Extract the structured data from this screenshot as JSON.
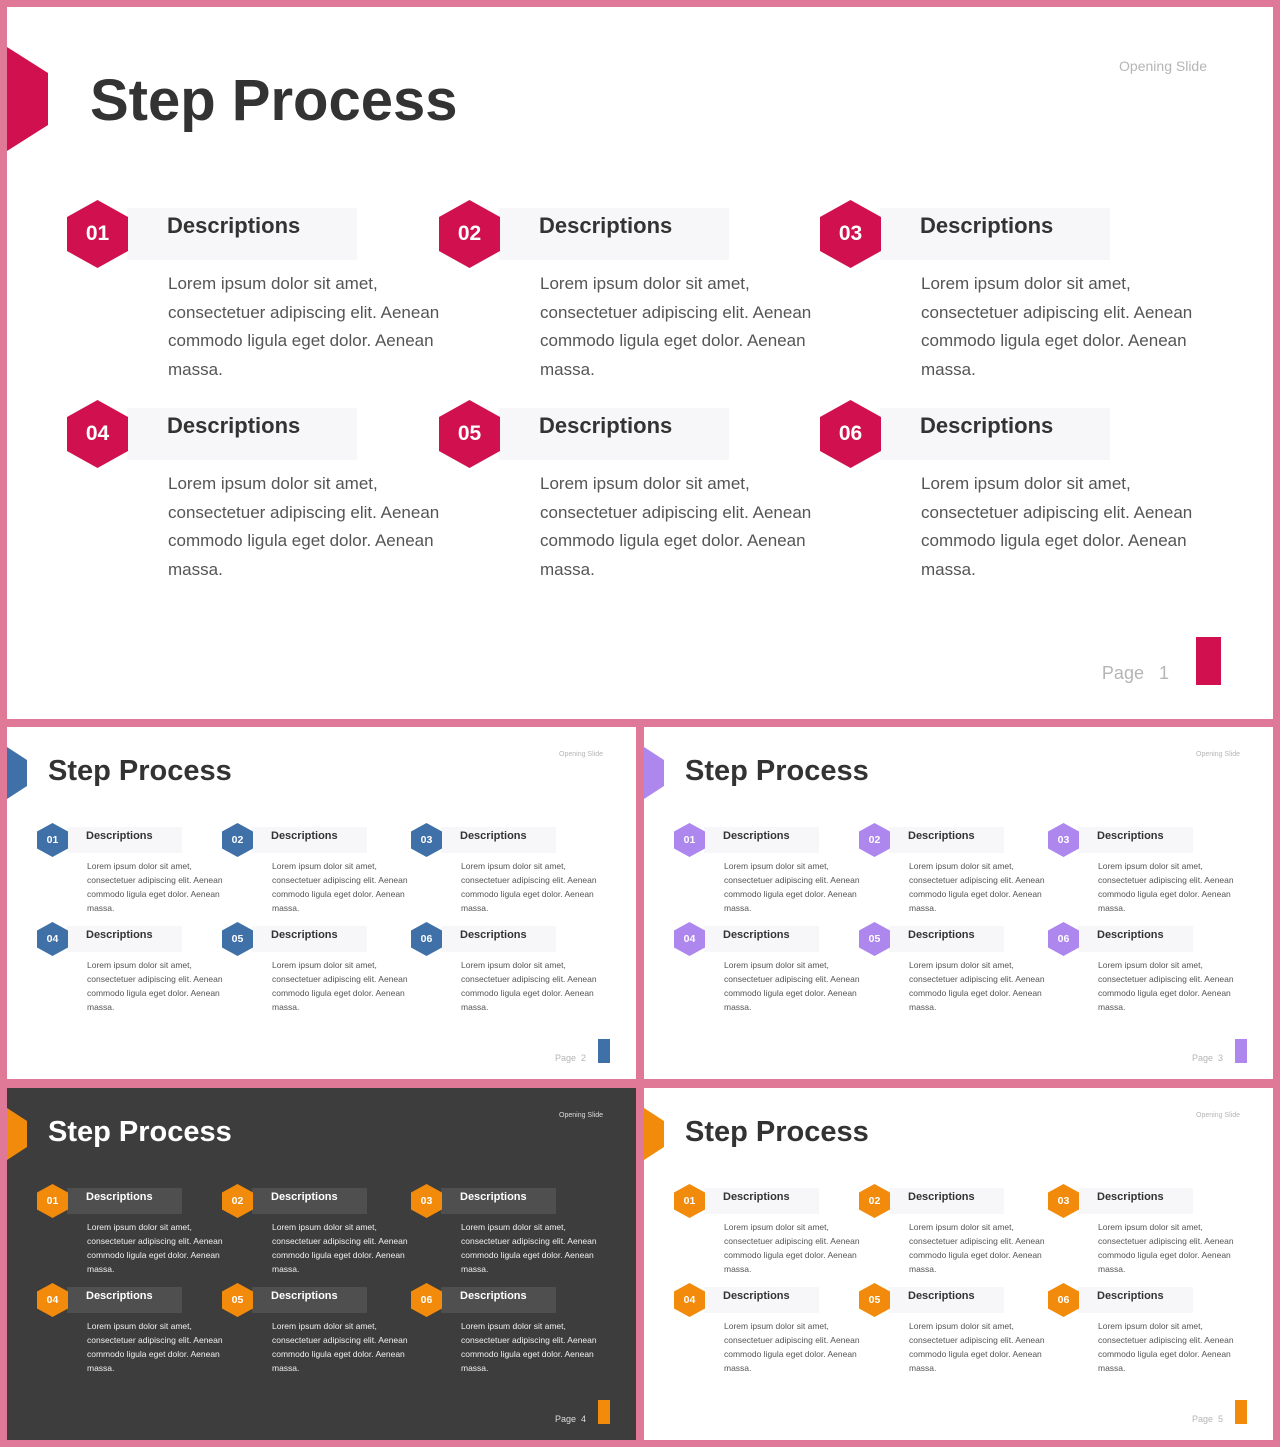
{
  "colors": {
    "frame": "#e07898",
    "slide1_accent": "#d0104f",
    "slide2_accent": "#3f70a8",
    "slide3_accent": "#ad86ee",
    "slide4_accent": "#f28b0c",
    "slide5_accent": "#f28b0c",
    "dark_background": "#3d3d3d"
  },
  "common": {
    "title": "Step Process",
    "label": "Opening Slide",
    "page_label": "Page"
  },
  "slides": [
    {
      "page_number": "1",
      "steps": [
        {
          "number": "01",
          "title": "Descriptions",
          "text": "Lorem ipsum dolor sit amet, consectetuer adipiscing elit. Aenean commodo ligula eget dolor. Aenean massa."
        },
        {
          "number": "02",
          "title": "Descriptions",
          "text": "Lorem ipsum dolor sit amet, consectetuer adipiscing elit. Aenean commodo ligula eget dolor. Aenean massa."
        },
        {
          "number": "03",
          "title": "Descriptions",
          "text": "Lorem ipsum dolor sit amet, consectetuer adipiscing elit. Aenean commodo ligula eget dolor. Aenean massa."
        },
        {
          "number": "04",
          "title": "Descriptions",
          "text": "Lorem ipsum dolor sit amet, consectetuer adipiscing elit. Aenean commodo ligula eget dolor. Aenean massa."
        },
        {
          "number": "05",
          "title": "Descriptions",
          "text": "Lorem ipsum dolor sit amet, consectetuer adipiscing elit. Aenean commodo ligula eget dolor. Aenean massa."
        },
        {
          "number": "06",
          "title": "Descriptions",
          "text": "Lorem ipsum dolor sit amet, consectetuer adipiscing elit. Aenean commodo ligula eget dolor. Aenean massa."
        }
      ]
    },
    {
      "page_number": "2",
      "steps": [
        {
          "number": "01",
          "title": "Descriptions",
          "text": "Lorem ipsum dolor sit amet, consectetuer adipiscing elit. Aenean commodo ligula eget dolor. Aenean massa."
        },
        {
          "number": "02",
          "title": "Descriptions",
          "text": "Lorem ipsum dolor sit amet, consectetuer adipiscing elit. Aenean commodo ligula eget dolor. Aenean massa."
        },
        {
          "number": "03",
          "title": "Descriptions",
          "text": "Lorem ipsum dolor sit amet, consectetuer adipiscing elit. Aenean commodo ligula eget dolor. Aenean massa."
        },
        {
          "number": "04",
          "title": "Descriptions",
          "text": "Lorem ipsum dolor sit amet, consectetuer adipiscing elit. Aenean commodo ligula eget dolor. Aenean massa."
        },
        {
          "number": "05",
          "title": "Descriptions",
          "text": "Lorem ipsum dolor sit amet, consectetuer adipiscing elit. Aenean commodo ligula eget dolor. Aenean massa."
        },
        {
          "number": "06",
          "title": "Descriptions",
          "text": "Lorem ipsum dolor sit amet, consectetuer adipiscing elit. Aenean commodo ligula eget dolor. Aenean massa."
        }
      ]
    },
    {
      "page_number": "3",
      "steps": [
        {
          "number": "01",
          "title": "Descriptions",
          "text": "Lorem ipsum dolor sit amet, consectetuer adipiscing elit. Aenean commodo ligula eget dolor. Aenean massa."
        },
        {
          "number": "02",
          "title": "Descriptions",
          "text": "Lorem ipsum dolor sit amet, consectetuer adipiscing elit. Aenean commodo ligula eget dolor. Aenean massa."
        },
        {
          "number": "03",
          "title": "Descriptions",
          "text": "Lorem ipsum dolor sit amet, consectetuer adipiscing elit. Aenean commodo ligula eget dolor. Aenean massa."
        },
        {
          "number": "04",
          "title": "Descriptions",
          "text": "Lorem ipsum dolor sit amet, consectetuer adipiscing elit. Aenean commodo ligula eget dolor. Aenean massa."
        },
        {
          "number": "05",
          "title": "Descriptions",
          "text": "Lorem ipsum dolor sit amet, consectetuer adipiscing elit. Aenean commodo ligula eget dolor. Aenean massa."
        },
        {
          "number": "06",
          "title": "Descriptions",
          "text": "Lorem ipsum dolor sit amet, consectetuer adipiscing elit. Aenean commodo ligula eget dolor. Aenean massa."
        }
      ]
    },
    {
      "page_number": "4",
      "steps": [
        {
          "number": "01",
          "title": "Descriptions",
          "text": "Lorem ipsum dolor sit amet, consectetuer adipiscing elit. Aenean commodo ligula eget dolor. Aenean massa."
        },
        {
          "number": "02",
          "title": "Descriptions",
          "text": "Lorem ipsum dolor sit amet, consectetuer adipiscing elit. Aenean commodo ligula eget dolor. Aenean massa."
        },
        {
          "number": "03",
          "title": "Descriptions",
          "text": "Lorem ipsum dolor sit amet, consectetuer adipiscing elit. Aenean commodo ligula eget dolor. Aenean massa."
        },
        {
          "number": "04",
          "title": "Descriptions",
          "text": "Lorem ipsum dolor sit amet, consectetuer adipiscing elit. Aenean commodo ligula eget dolor. Aenean massa."
        },
        {
          "number": "05",
          "title": "Descriptions",
          "text": "Lorem ipsum dolor sit amet, consectetuer adipiscing elit. Aenean commodo ligula eget dolor. Aenean massa."
        },
        {
          "number": "06",
          "title": "Descriptions",
          "text": "Lorem ipsum dolor sit amet, consectetuer adipiscing elit. Aenean commodo ligula eget dolor. Aenean massa."
        }
      ]
    },
    {
      "page_number": "5",
      "steps": [
        {
          "number": "01",
          "title": "Descriptions",
          "text": "Lorem ipsum dolor sit amet, consectetuer adipiscing elit. Aenean commodo ligula eget dolor. Aenean massa."
        },
        {
          "number": "02",
          "title": "Descriptions",
          "text": "Lorem ipsum dolor sit amet, consectetuer adipiscing elit. Aenean commodo ligula eget dolor. Aenean massa."
        },
        {
          "number": "03",
          "title": "Descriptions",
          "text": "Lorem ipsum dolor sit amet, consectetuer adipiscing elit. Aenean commodo ligula eget dolor. Aenean massa."
        },
        {
          "number": "04",
          "title": "Descriptions",
          "text": "Lorem ipsum dolor sit amet, consectetuer adipiscing elit. Aenean commodo ligula eget dolor. Aenean massa."
        },
        {
          "number": "05",
          "title": "Descriptions",
          "text": "Lorem ipsum dolor sit amet, consectetuer adipiscing elit. Aenean commodo ligula eget dolor. Aenean massa."
        },
        {
          "number": "06",
          "title": "Descriptions",
          "text": "Lorem ipsum dolor sit amet, consectetuer adipiscing elit. Aenean commodo ligula eget dolor. Aenean massa."
        }
      ]
    }
  ]
}
